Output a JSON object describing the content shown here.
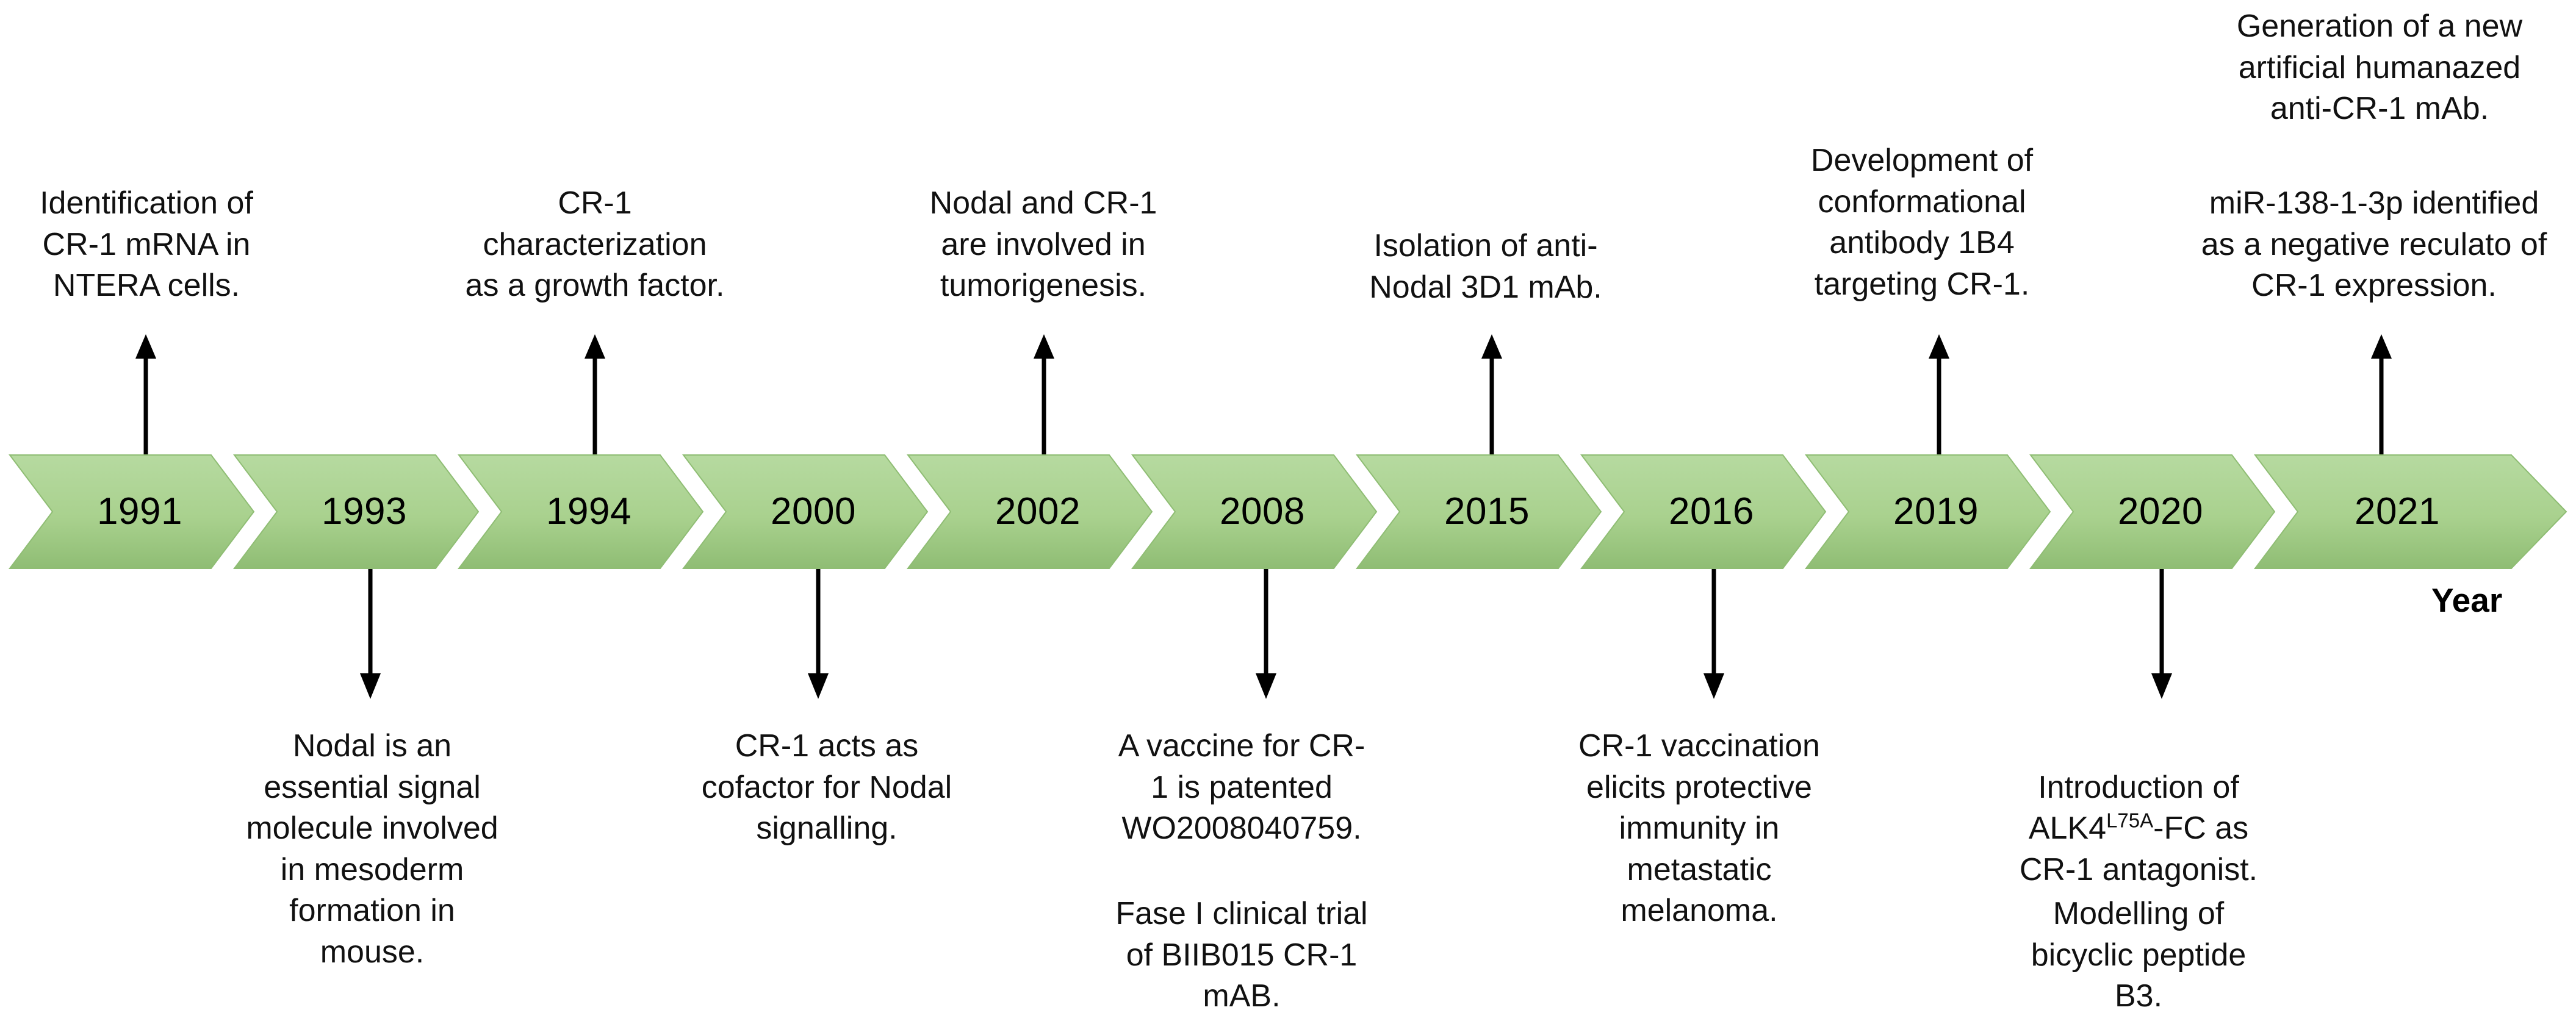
{
  "figure": {
    "type": "timeline",
    "axis_label": "Year",
    "accent_color": "#a9d18e",
    "accent_color_dark": "#8fbd74",
    "arrow_color": "#000000"
  },
  "milestones": [
    {
      "year": "1991",
      "position": "above",
      "notes": [
        "Identification of\nCR-1 mRNA in\nNTERA cells."
      ]
    },
    {
      "year": "1993",
      "position": "below",
      "notes": [
        "Nodal is an\nessential signal\nmolecule involved\nin mesoderm\nformation in\nmouse."
      ]
    },
    {
      "year": "1994",
      "position": "above",
      "notes": [
        "CR-1\ncharacterization\nas a growth factor."
      ]
    },
    {
      "year": "2000",
      "position": "below",
      "notes": [
        "CR-1 acts as\ncofactor for Nodal\nsignalling."
      ]
    },
    {
      "year": "2002",
      "position": "above",
      "notes": [
        "Nodal and CR-1\nare involved in\ntumorigenesis."
      ]
    },
    {
      "year": "2008",
      "position": "below",
      "notes": [
        "A vaccine for CR-\n1 is patented\nWO2008040759.",
        "Fase I clinical trial\nof BIIB015 CR-1\nmAB."
      ]
    },
    {
      "year": "2015",
      "position": "above",
      "notes": [
        "Isolation of anti-\nNodal 3D1 mAb."
      ]
    },
    {
      "year": "2016",
      "position": "below",
      "notes": [
        "CR-1 vaccination\nelicits protective\nimmunity in\nmetastatic\nmelanoma."
      ]
    },
    {
      "year": "2019",
      "position": "above",
      "notes": [
        "Development of\nconformational\nantibody 1B4\ntargeting CR-1."
      ]
    },
    {
      "year": "2020",
      "position": "below",
      "notes": [
        "Introduction of\nALK4L75A-FC as\nCR-1 antagonist.",
        "Modelling of\nbicyclic peptide\nB3."
      ]
    },
    {
      "year": "2021",
      "position": "above",
      "notes": [
        "Generation of a new\nartificial humanazed\nanti-CR-1 mAb.",
        "miR-138-1-3p identified\nas a negative reculato of\nCR-1 expression."
      ]
    }
  ],
  "notes_text": {
    "n1991_a": "Identification of\nCR-1 mRNA in\nNTERA cells.",
    "n1993_a": "Nodal is an\nessential signal\nmolecule involved\nin mesoderm\nformation in\nmouse.",
    "n1994_a": "CR-1\ncharacterization\nas a growth factor.",
    "n2000_a": "CR-1 acts as\ncofactor for Nodal\nsignalling.",
    "n2002_a": "Nodal and CR-1\nare involved in\ntumorigenesis.",
    "n2008_a": "A vaccine for CR-\n1 is patented\nWO2008040759.",
    "n2008_b": "Fase I clinical trial\nof BIIB015 CR-1\nmAB.",
    "n2015_a": "Isolation of anti-\nNodal 3D1 mAb.",
    "n2016_a": "CR-1 vaccination\nelicits protective\nimmunity in\nmetastatic\nmelanoma.",
    "n2019_a": "Development of\nconformational\nantibody 1B4\ntargeting CR-1.",
    "n2020_a_pre": "Introduction of\nALK4",
    "n2020_a_sup": "L75A",
    "n2020_a_post": "-FC as\nCR-1 antagonist.",
    "n2020_b": "Modelling of\nbicyclic peptide\nB3.",
    "n2021_a": "Generation of a new\nartificial humanazed\nanti-CR-1 mAb.",
    "n2021_b": "miR-138-1-3p identified\nas a negative reculato of\nCR-1 expression."
  },
  "years": {
    "y1991": "1991",
    "y1993": "1993",
    "y1994": "1994",
    "y2000": "2000",
    "y2002": "2002",
    "y2008": "2008",
    "y2015": "2015",
    "y2016": "2016",
    "y2019": "2019",
    "y2020": "2020",
    "y2021": "2021"
  },
  "axis": {
    "label": "Year"
  }
}
